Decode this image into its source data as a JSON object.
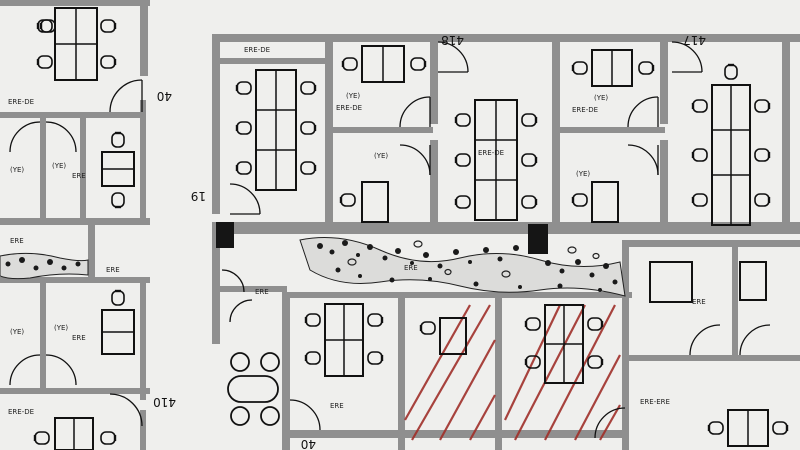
{
  "room_numbers": {
    "r418": "418",
    "r417": "417",
    "r40x": "40",
    "r19": "19",
    "r410": "410",
    "r40y": "40"
  },
  "room_labels": {
    "a": "(YE)",
    "b": "(YE)",
    "c": "(YE)",
    "d": "(YE)",
    "e": "(YE)",
    "f": "(YE)",
    "g": "(YE)",
    "h": "(YE)"
  },
  "colors": {
    "wall": "#8a8a8a",
    "ink": "#111111",
    "hatch": "#a0302a",
    "floor": "#ededeb"
  }
}
